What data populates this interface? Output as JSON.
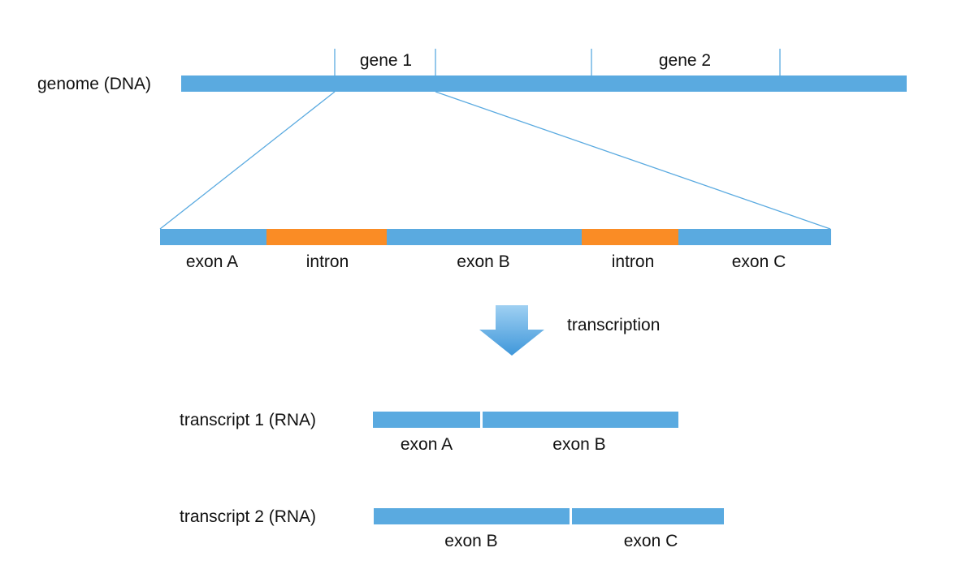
{
  "genome": {
    "label": "genome (DNA)",
    "genes": [
      {
        "label": "gene 1"
      },
      {
        "label": "gene 2"
      }
    ]
  },
  "gene_structure": {
    "segments": [
      {
        "label": "exon A",
        "kind": "exon"
      },
      {
        "label": "intron",
        "kind": "intron"
      },
      {
        "label": "exon B",
        "kind": "exon"
      },
      {
        "label": "intron",
        "kind": "intron"
      },
      {
        "label": "exon C",
        "kind": "exon"
      }
    ]
  },
  "process": {
    "label": "transcription",
    "icon": "down-arrow-icon"
  },
  "transcripts": [
    {
      "label": "transcript 1 (RNA)",
      "exons": [
        "exon A",
        "exon B"
      ]
    },
    {
      "label": "transcript 2 (RNA)",
      "exons": [
        "exon B",
        "exon C"
      ]
    }
  ],
  "colors": {
    "exon": "#5aaae0",
    "intron": "#fa8c25",
    "line": "#5aaae0",
    "text": "#111111"
  }
}
